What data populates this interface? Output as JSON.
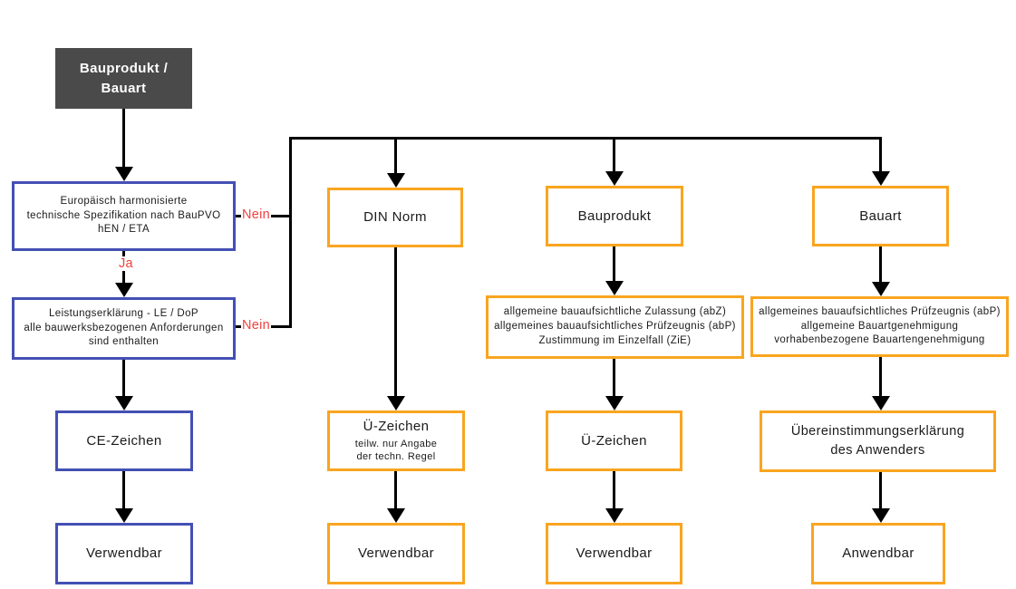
{
  "colors": {
    "blue": "#4450B4",
    "orange": "#F9A51F",
    "dark": "#4A4A4A",
    "red": "#F0413F"
  },
  "edge_labels": {
    "yes": "Ja",
    "no": "Nein"
  },
  "nodes": {
    "root": {
      "lines": [
        "Bauprodukt /",
        "Bauart"
      ]
    },
    "euro_spec": {
      "lines": [
        "Europäisch harmonisierte",
        "technische Spezifikation nach BauPVO",
        "hEN / ETA"
      ]
    },
    "dop": {
      "lines": [
        "Leistungserklärung - LE / DoP",
        "alle bauwerksbezogenen Anforderungen",
        "sind enthalten"
      ]
    },
    "ce": {
      "label": "CE-Zeichen"
    },
    "verwendbar_ce": {
      "label": "Verwendbar"
    },
    "din": {
      "label": "DIN Norm"
    },
    "ue_din": {
      "title": "Ü-Zeichen",
      "sub": [
        "teilw. nur Angabe",
        "der techn. Regel"
      ]
    },
    "verwendbar_din": {
      "label": "Verwendbar"
    },
    "bauprodukt": {
      "label": "Bauprodukt"
    },
    "bauprodukt_docs": {
      "lines": [
        "allgemeine bauaufsichtliche Zulassung (abZ)",
        "allgemeines bauaufsichtliches Prüfzeugnis (abP)",
        "Zustimmung im Einzelfall (ZiE)"
      ]
    },
    "ue_bauprodukt": {
      "label": "Ü-Zeichen"
    },
    "verwendbar_bauprodukt": {
      "label": "Verwendbar"
    },
    "bauart": {
      "label": "Bauart"
    },
    "bauart_docs": {
      "lines": [
        "allgemeines bauaufsichtliches Prüfzeugnis (abP)",
        "allgemeine Bauartgenehmigung",
        "vorhabenbezogene Bauartengenehmigung"
      ]
    },
    "uebereinstimmung": {
      "lines": [
        "Übereinstimmungserklärung",
        "des Anwenders"
      ]
    },
    "anwendbar": {
      "label": "Anwendbar"
    }
  }
}
